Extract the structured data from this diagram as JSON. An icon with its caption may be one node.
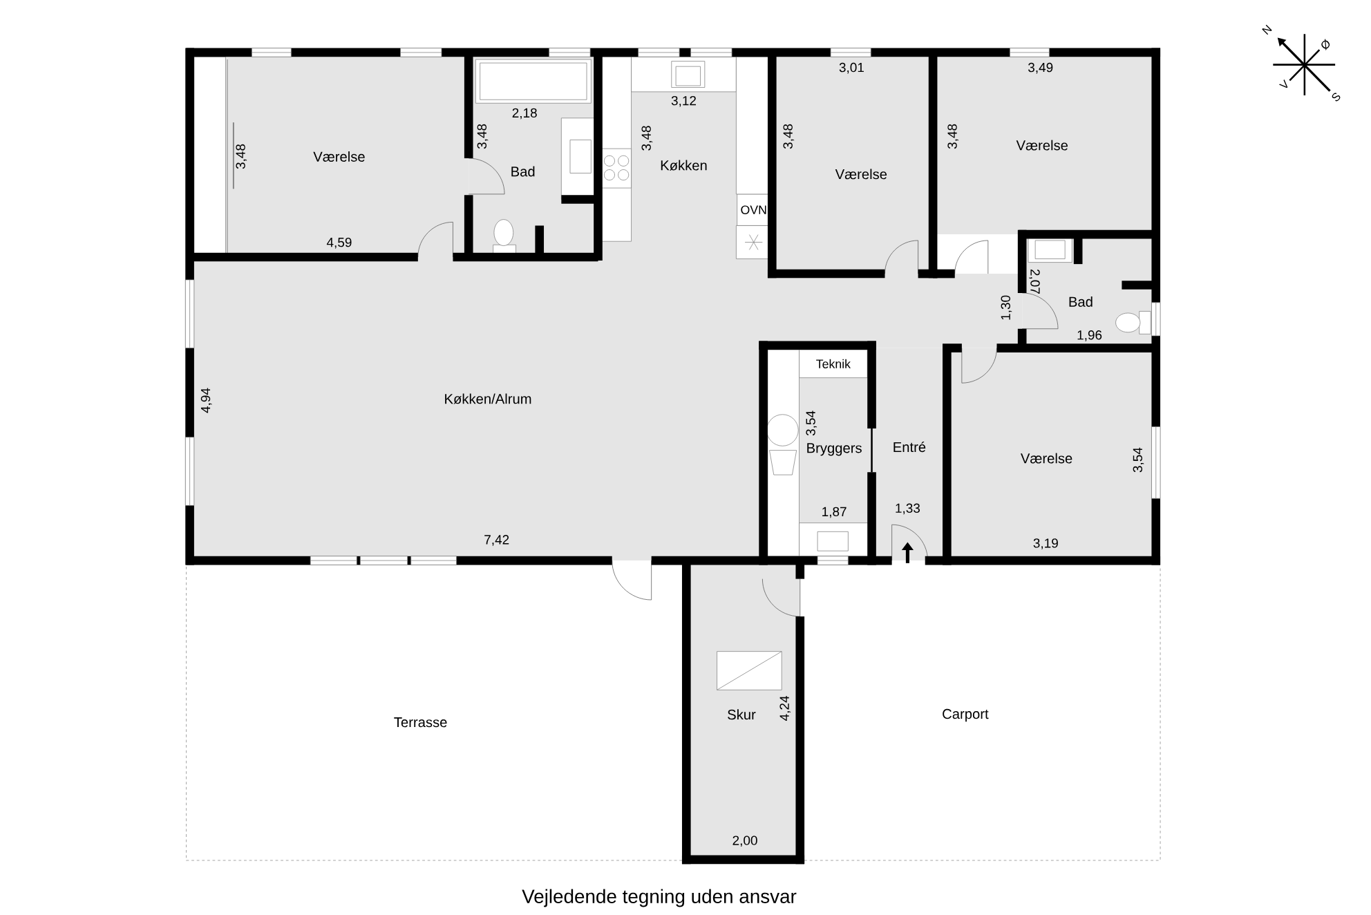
{
  "diagram": {
    "caption": "Vejledende tegning uden ansvar",
    "nodes": [
      {
        "text": [
          "Værelse"
        ]
      },
      {
        "text": [
          "Bad"
        ]
      },
      {
        "text": [
          "Køkken"
        ]
      },
      {
        "text": [
          "OVN"
        ],
        "in": 2
      },
      {
        "text": [
          "Værelse"
        ]
      },
      {
        "text": [
          "Værelse"
        ]
      },
      {
        "text": [
          "Køkken/Alrum"
        ]
      },
      {
        "text": [
          "Bad"
        ]
      },
      {
        "text": [
          "Bryggers"
        ]
      },
      {
        "text": [
          "Teknik"
        ],
        "in": 8
      },
      {
        "text": [
          "Entré"
        ]
      },
      {
        "text": [
          "Værelse"
        ]
      },
      {
        "text": [
          "Skur"
        ]
      },
      {
        "text": [
          "Terrasse"
        ]
      },
      {
        "text": [
          "Carport"
        ]
      }
    ],
    "labels": [
      "N",
      "Ø",
      "V",
      "S",
      "3,01",
      "3,49",
      "3,12",
      "2,18",
      "3,48",
      "3,48",
      "3,48",
      "3,48",
      "3,48",
      "4,59",
      "2,07",
      "1,30",
      "1,96",
      "4,94",
      "3,54",
      "3,54",
      "1,87",
      "1,33",
      "7,42",
      "3,19",
      "4,24",
      "2,00"
    ]
  }
}
